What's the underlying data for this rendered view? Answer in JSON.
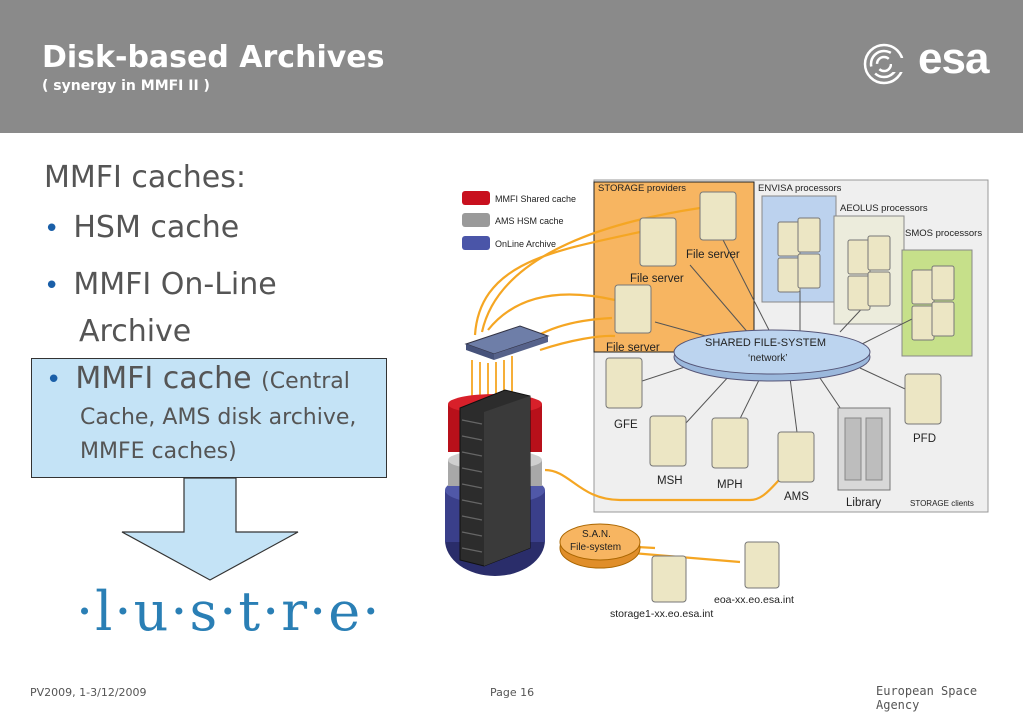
{
  "header": {
    "title": "Disk-based Archives",
    "subtitle": "( synergy in MMFI II )",
    "logo_text": "esa"
  },
  "slide": {
    "heading": "MMFI caches:",
    "bullets": [
      {
        "text": "HSM cache"
      },
      {
        "text": "MMFI On-Line",
        "cont": "Archive"
      }
    ],
    "callout": {
      "main": "MMFI cache",
      "sub": "(Central",
      "cont": "Cache, AMS disk archive, MMFE caches)"
    },
    "logo_lustre": "·l·u·s·t·r·e·"
  },
  "diagram": {
    "legend": [
      "MMFI Shared cache",
      "AMS HSM cache",
      "OnLine Archive"
    ],
    "groups": {
      "storage_providers": "STORAGE providers",
      "envisa": "ENVISA processors",
      "aeolus": "AEOLUS processors",
      "smos": "SMOS processors",
      "storage_clients": "STORAGE clients"
    },
    "nodes": {
      "file_server_1": "File server",
      "file_server_2": "File server",
      "file_server_3": "File server",
      "shared_fs_1": "SHARED FILE-SYSTEM",
      "shared_fs_2": "‘network’",
      "gfe": "GFE",
      "msh": "MSH",
      "mph": "MPH",
      "ams": "AMS",
      "library": "Library",
      "pfd": "PFD",
      "san_1": "S.A.N.",
      "san_2": "File-system",
      "storage1": "storage1-xx.eo.esa.int",
      "eoa": "eoa-xx.eo.esa.int"
    },
    "colors": {
      "storage_providers": "#f7b561",
      "envisa": "#bcd2ee",
      "aeolus": "#ececdc",
      "smos": "#c6e08a",
      "clients_bg": "#efefef",
      "cables": "#f5a623",
      "shared_fs": "#bcd4ef"
    }
  },
  "footer": {
    "left": "PV2009, 1-3/12/2009",
    "center": "Page 16",
    "right": "European Space Agency"
  }
}
